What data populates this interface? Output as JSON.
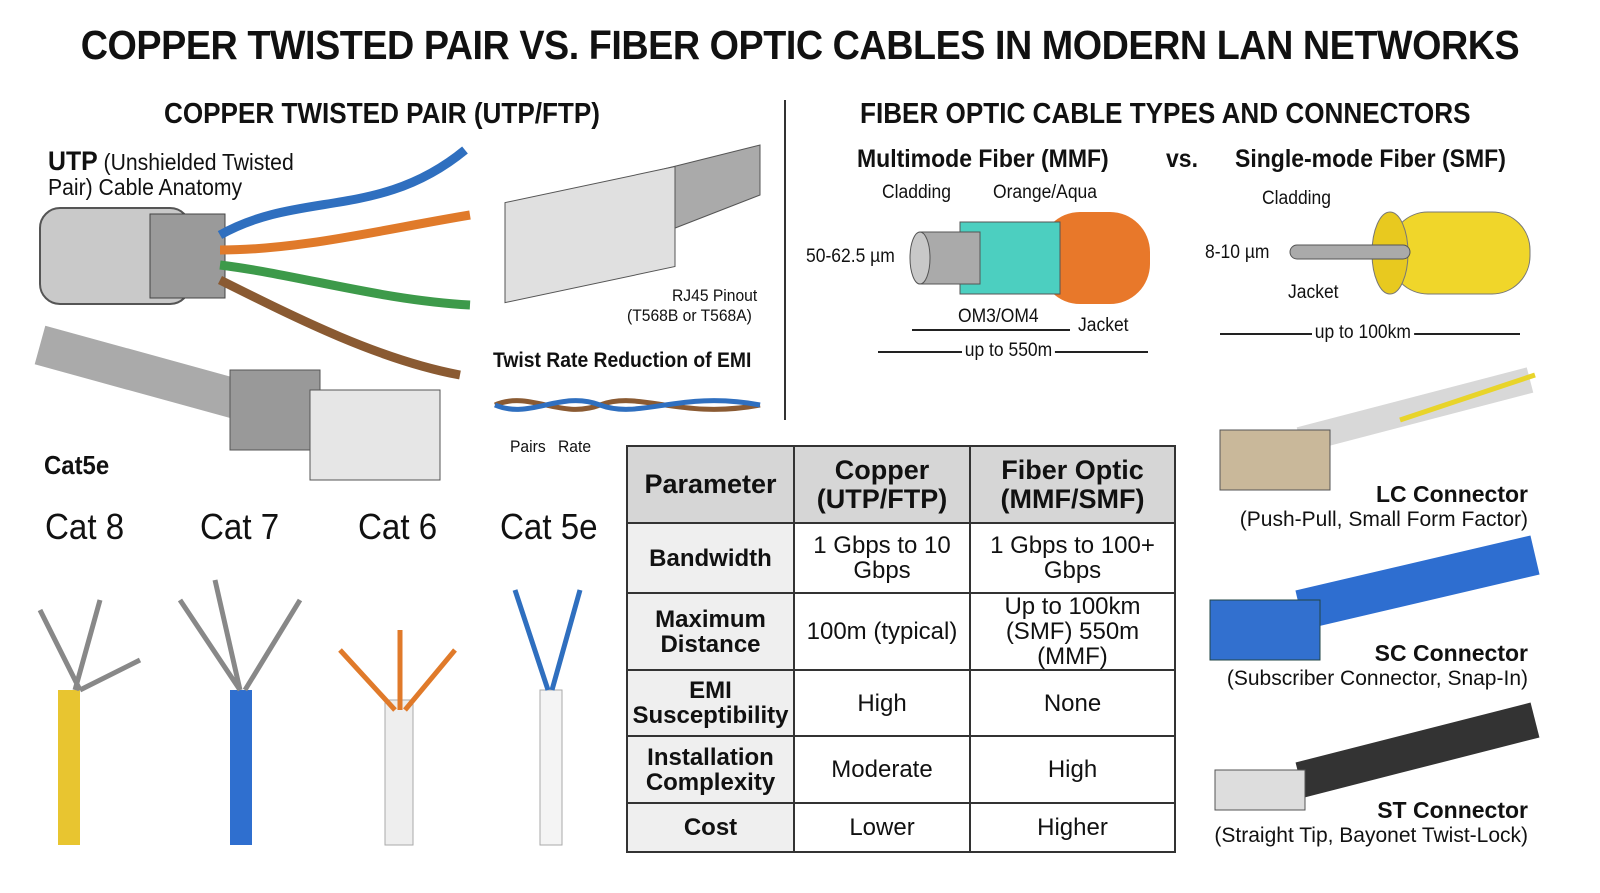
{
  "title": "COPPER TWISTED PAIR VS. FIBER OPTIC CABLES IN MODERN LAN NETWORKS",
  "copper": {
    "heading": "COPPER TWISTED PAIR (UTP/FTP)",
    "utp_bold": "UTP",
    "utp_rest": "(Unshielded Twisted",
    "utp_line2": "Pair) Cable Anatomy",
    "rj45_1": "RJ45 Pinout",
    "rj45_2": "(T568B or T568A)",
    "twist_title": "Twist Rate Reduction of EMI",
    "pairs": "Pairs",
    "rate": "Rate",
    "cat5e_label": "Cat5e",
    "categories": [
      "Cat 8",
      "Cat 7",
      "Cat 6",
      "Cat 5e"
    ]
  },
  "fiber": {
    "heading": "FIBER OPTIC CABLE TYPES AND CONNECTORS",
    "mmf": "Multimode Fiber (MMF)",
    "vs": "vs.",
    "smf": "Single-mode Fiber (SMF)",
    "mmf_cladding": "Cladding",
    "mmf_color": "Orange/Aqua",
    "mmf_core": "50-62.5 µm",
    "mmf_grade": "OM3/OM4",
    "mmf_jacket": "Jacket",
    "mmf_dist": "up to 550m",
    "smf_cladding": "Cladding",
    "smf_core": "8-10 µm",
    "smf_jacket": "Jacket",
    "smf_dist": "up to 100km",
    "connectors": [
      {
        "name": "LC Connector",
        "desc": "(Push-Pull, Small Form Factor)"
      },
      {
        "name": "SC Connector",
        "desc": "(Subscriber Connector, Snap-In)"
      },
      {
        "name": "ST Connector",
        "desc": "(Straight Tip, Bayonet Twist-Lock)"
      }
    ]
  },
  "table": {
    "headers": [
      "Parameter",
      "Copper (UTP/FTP)",
      "Fiber Optic (MMF/SMF)"
    ],
    "rows": [
      [
        "Bandwidth",
        "1 Gbps to 10 Gbps",
        "1 Gbps to 100+ Gbps"
      ],
      [
        "Maximum Distance",
        "100m (typical)",
        "Up to 100km (SMF) 550m (MMF)"
      ],
      [
        "EMI Susceptibility",
        "High",
        "None"
      ],
      [
        "Installation Complexity",
        "Moderate",
        "High"
      ],
      [
        "Cost",
        "Lower",
        "Higher"
      ]
    ]
  }
}
